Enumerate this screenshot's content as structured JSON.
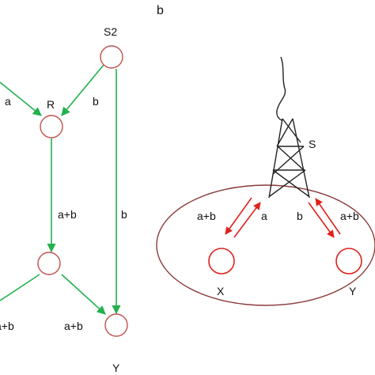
{
  "panel_b_label": "b",
  "left_diagram": {
    "nodes": {
      "s2": "S2",
      "r": "R",
      "y": "Y"
    },
    "edge_labels": {
      "a_in": "a",
      "b_to_r": "b",
      "a_plus_b_r": "a+b",
      "b_down": "b",
      "a_plus_b_left": "a+b",
      "a_plus_b_y": "a+b"
    },
    "colors": {
      "node_stroke": "#c0504d",
      "arrow": "#22b14c"
    }
  },
  "right_diagram": {
    "tower_label": "S",
    "nodes": {
      "x": "X",
      "y": "Y"
    },
    "arrow_labels": {
      "x_out": "a+b",
      "x_in": "a",
      "y_in": "b",
      "y_out": "a+b"
    },
    "colors": {
      "region_stroke": "#8b3a3a",
      "arrow": "#e0201a",
      "tower": "#222222"
    }
  }
}
